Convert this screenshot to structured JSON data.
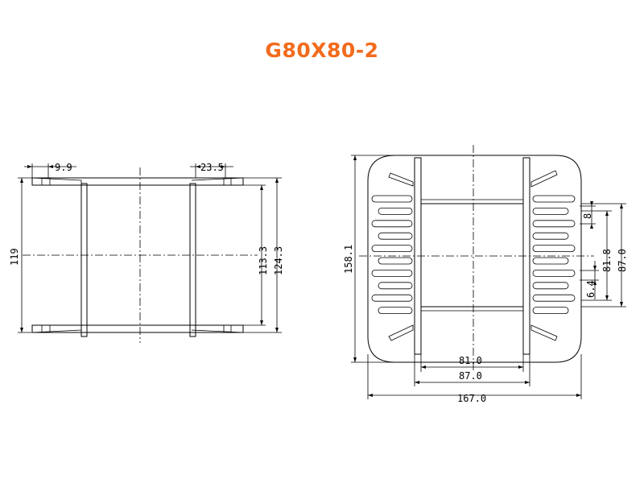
{
  "title": {
    "text": "G80X80-2",
    "color": "#f26b1d"
  },
  "side_view": {
    "dim_top_left": "9.9",
    "dim_top_right": "23.5",
    "dim_height_total": "119",
    "dim_height_inner": "113.3",
    "dim_height_outer": "124.3"
  },
  "front_view": {
    "dim_height": "158.1",
    "dim_fin_pitch": "8",
    "dim_slot": "81.8",
    "dim_outer_height": "87.0",
    "dim_fin_gap": "6.4",
    "dim_window_width": "81.0",
    "dim_core_width": "87.0",
    "dim_total_width": "167.0"
  }
}
